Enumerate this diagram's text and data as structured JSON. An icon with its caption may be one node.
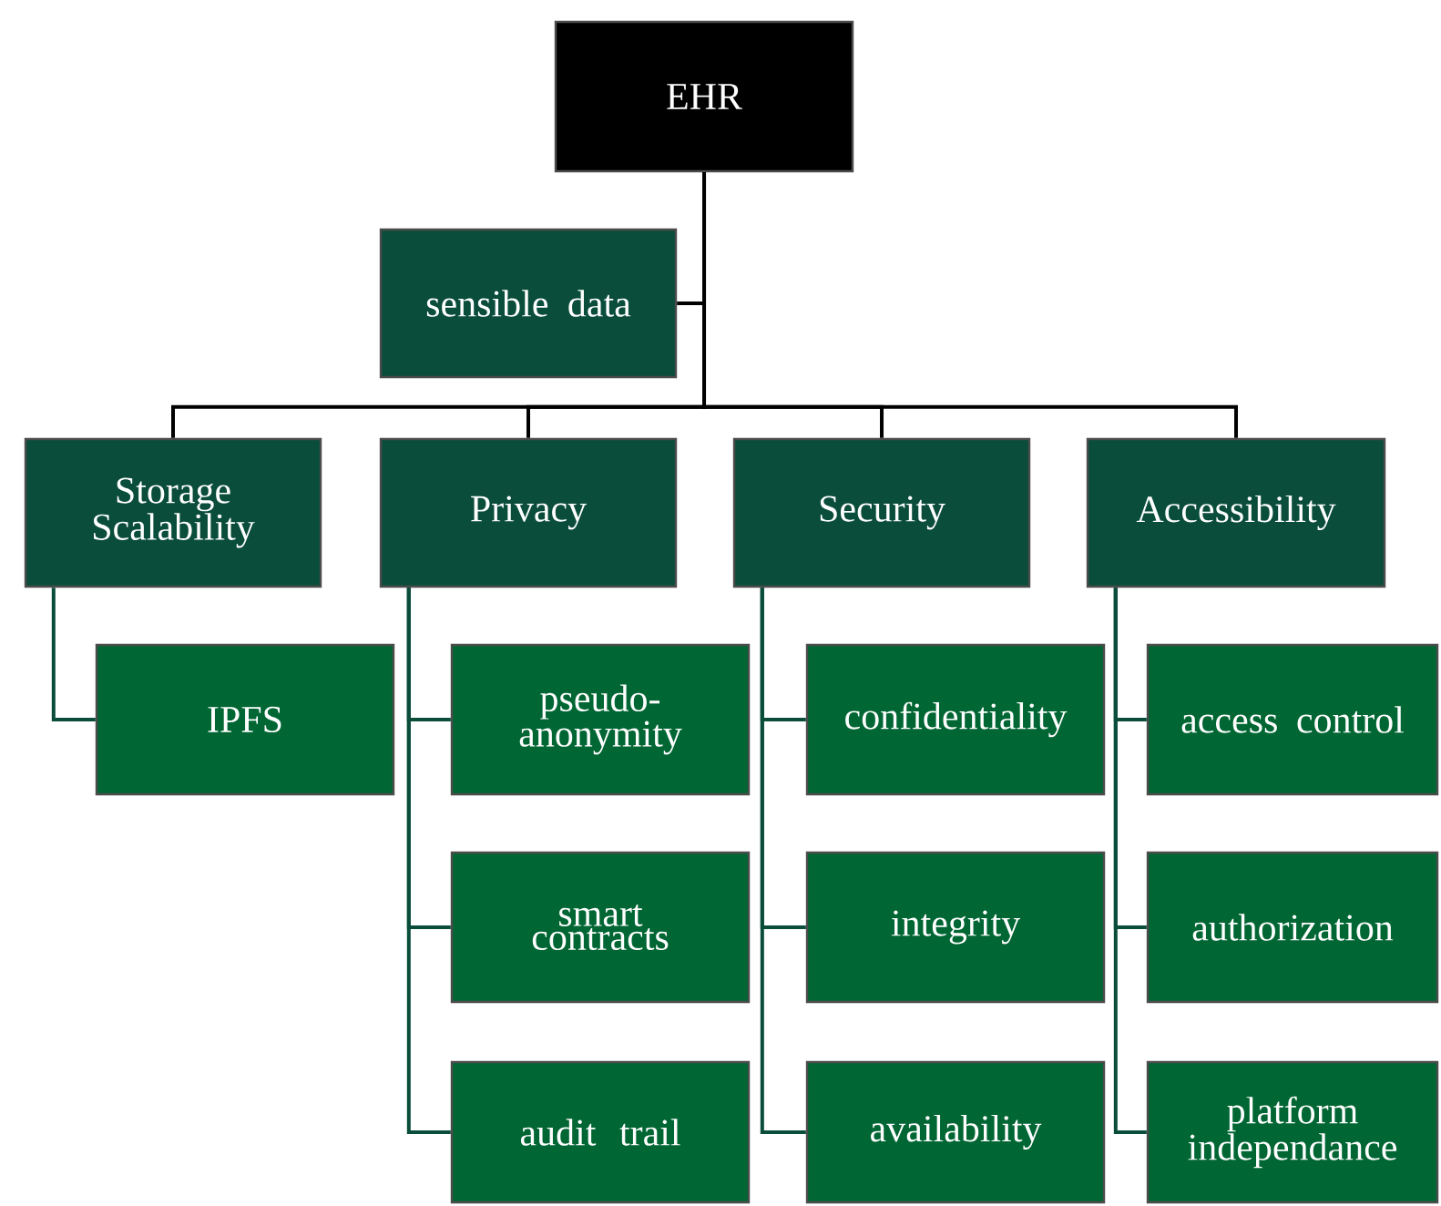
{
  "diagram": {
    "nodes": [
      {
        "text": [
          "EHR"
        ]
      },
      {
        "text": [
          "sensible data"
        ]
      },
      {
        "text": [
          "Storage Scalability"
        ]
      },
      {
        "text": [
          "Privacy"
        ]
      },
      {
        "text": [
          "Security"
        ]
      },
      {
        "text": [
          "Accessibility"
        ]
      },
      {
        "text": [
          "IPFS"
        ]
      },
      {
        "text": [
          "pseudo-anonymity"
        ]
      },
      {
        "text": [
          "smart contracts"
        ]
      },
      {
        "text": [
          "audit trail"
        ]
      },
      {
        "text": [
          "confidentiality"
        ]
      },
      {
        "text": [
          "integrity"
        ]
      },
      {
        "text": [
          "availability"
        ]
      },
      {
        "text": [
          "access control"
        ]
      },
      {
        "text": [
          "authorization"
        ]
      },
      {
        "text": [
          "platform independance"
        ]
      }
    ],
    "edges": [
      {
        "from": 0,
        "to": 1,
        "arrow": "none",
        "color": "#000000"
      },
      {
        "from": 0,
        "to": 2,
        "arrow": "none",
        "color": "#000000"
      },
      {
        "from": 0,
        "to": 3,
        "arrow": "none",
        "color": "#000000"
      },
      {
        "from": 0,
        "to": 4,
        "arrow": "none",
        "color": "#000000"
      },
      {
        "from": 0,
        "to": 5,
        "arrow": "none",
        "color": "#000000"
      },
      {
        "from": 2,
        "to": 6,
        "arrow": "none"
      },
      {
        "from": 3,
        "to": 7,
        "arrow": "none"
      },
      {
        "from": 3,
        "to": 8,
        "arrow": "none"
      },
      {
        "from": 3,
        "to": 9,
        "arrow": "none"
      },
      {
        "from": 4,
        "to": 10,
        "arrow": "none"
      },
      {
        "from": 4,
        "to": 11,
        "arrow": "none"
      },
      {
        "from": 4,
        "to": 12,
        "arrow": "none"
      },
      {
        "from": 5,
        "to": 13,
        "arrow": "none"
      },
      {
        "from": 5,
        "to": 14,
        "arrow": "none"
      },
      {
        "from": 5,
        "to": 15,
        "arrow": "none"
      }
    ]
  }
}
